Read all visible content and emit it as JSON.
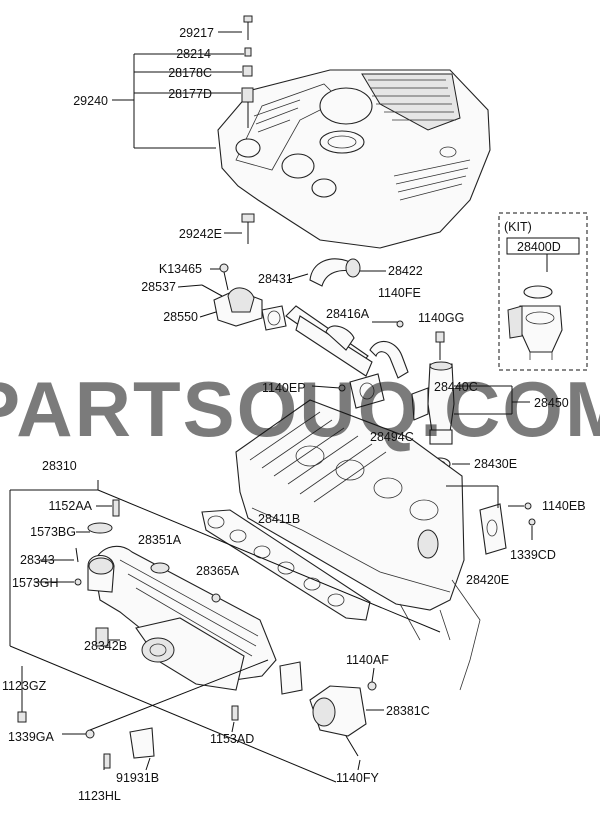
{
  "watermark": "PARTSOUQ.COM",
  "kit": {
    "title": "(KIT)",
    "part": "28400D"
  },
  "labels": {
    "l29217": "29217",
    "l28214": "28214",
    "l28178C": "28178C",
    "l28177D": "28177D",
    "l29240": "29240",
    "l29242E": "29242E",
    "lK13465": "K13465",
    "l28537": "28537",
    "l28550": "28550",
    "l28431": "28431",
    "l28422": "28422",
    "l1140FE": "1140FE",
    "l28416A": "28416A",
    "l1140GG": "1140GG",
    "l1140EP": "1140EP",
    "l28440C": "28440C",
    "l28450": "28450",
    "l28494C": "28494C",
    "l28430E": "28430E",
    "l28310": "28310",
    "l1152AA": "1152AA",
    "l1573BG": "1573BG",
    "l28343": "28343",
    "l1573GH": "1573GH",
    "l28351A": "28351A",
    "l28365A": "28365A",
    "l28411B": "28411B",
    "l1140EB": "1140EB",
    "l1339CD": "1339CD",
    "l28420E": "28420E",
    "l28342B": "28342B",
    "l1140AF": "1140AF",
    "l28381C": "28381C",
    "l1123GZ": "1123GZ",
    "l1339GA": "1339GA",
    "l1153AD": "1153AD",
    "l91931B": "91931B",
    "l1123HL": "1123HL",
    "l1140FY": "1140FY"
  }
}
